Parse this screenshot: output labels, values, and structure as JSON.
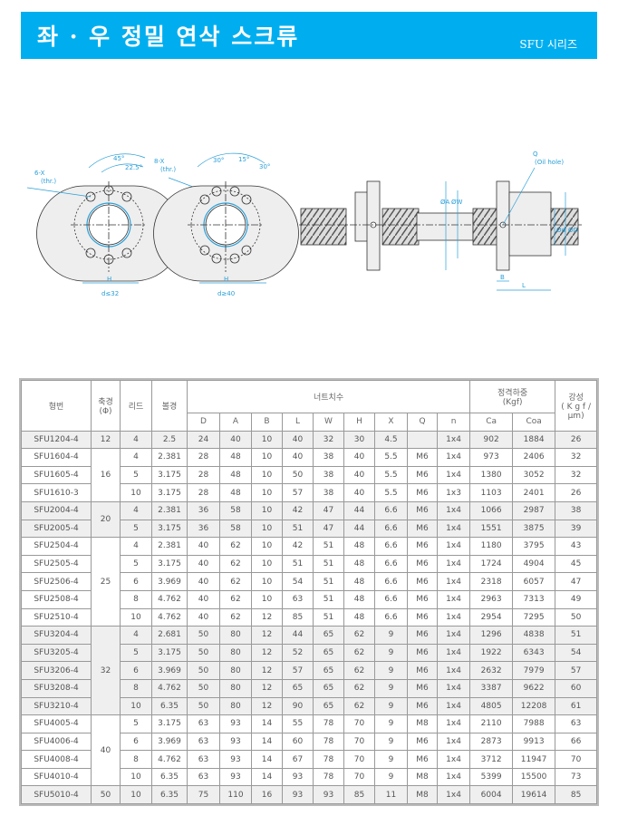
{
  "banner": {
    "title": "좌 · 우 정밀 연삭 스크류",
    "series": "SFU 시리즈",
    "color": "#00aeef"
  },
  "diagram": {
    "left": {
      "holes": "6-X",
      "thr": "(thr.)",
      "angle1": "45°",
      "angle2": "22.5°",
      "width_label": "H",
      "cond": "d≤32"
    },
    "middle": {
      "holes": "8-X",
      "thr": "(thr.)",
      "angle1": "30°",
      "angle2": "15°",
      "angle3": "30°",
      "width_label": "H",
      "cond": "d≥40"
    },
    "right": {
      "q": "Q",
      "oil": "(Oil hole)",
      "a": "ØA",
      "w": "ØW",
      "d": "Ød",
      "D": "ØD",
      "b": "B",
      "l": "L"
    }
  },
  "table": {
    "headers": {
      "model": "형번",
      "shaft": "축경",
      "shaft_unit": "(Φ)",
      "lead": "리드",
      "ball": "볼경",
      "nut": "너트치수",
      "load": "정격하중",
      "load_unit": "(Kgf)",
      "rigid": "강성",
      "rigid_unit": "( K g f /",
      "rigid_unit2": "μm)"
    },
    "subheaders": [
      "D",
      "A",
      "B",
      "L",
      "W",
      "H",
      "X",
      "Q",
      "n",
      "Ca",
      "Coa"
    ],
    "groups": [
      {
        "shaft": "12",
        "shaded": true,
        "rows": [
          [
            "SFU1204-4",
            "4",
            "2.5",
            "24",
            "40",
            "10",
            "40",
            "32",
            "30",
            "4.5",
            "",
            "1x4",
            "902",
            "1884",
            "26"
          ]
        ]
      },
      {
        "shaft": "16",
        "shaded": false,
        "rows": [
          [
            "SFU1604-4",
            "4",
            "2.381",
            "28",
            "48",
            "10",
            "40",
            "38",
            "40",
            "5.5",
            "M6",
            "1x4",
            "973",
            "2406",
            "32"
          ],
          [
            "SFU1605-4",
            "5",
            "3.175",
            "28",
            "48",
            "10",
            "50",
            "38",
            "40",
            "5.5",
            "M6",
            "1x4",
            "1380",
            "3052",
            "32"
          ],
          [
            "SFU1610-3",
            "10",
            "3.175",
            "28",
            "48",
            "10",
            "57",
            "38",
            "40",
            "5.5",
            "M6",
            "1x3",
            "1103",
            "2401",
            "26"
          ]
        ]
      },
      {
        "shaft": "20",
        "shaded": true,
        "rows": [
          [
            "SFU2004-4",
            "4",
            "2.381",
            "36",
            "58",
            "10",
            "42",
            "47",
            "44",
            "6.6",
            "M6",
            "1x4",
            "1066",
            "2987",
            "38"
          ],
          [
            "SFU2005-4",
            "5",
            "3.175",
            "36",
            "58",
            "10",
            "51",
            "47",
            "44",
            "6.6",
            "M6",
            "1x4",
            "1551",
            "3875",
            "39"
          ]
        ]
      },
      {
        "shaft": "25",
        "shaded": false,
        "rows": [
          [
            "SFU2504-4",
            "4",
            "2.381",
            "40",
            "62",
            "10",
            "42",
            "51",
            "48",
            "6.6",
            "M6",
            "1x4",
            "1180",
            "3795",
            "43"
          ],
          [
            "SFU2505-4",
            "5",
            "3.175",
            "40",
            "62",
            "10",
            "51",
            "51",
            "48",
            "6.6",
            "M6",
            "1x4",
            "1724",
            "4904",
            "45"
          ],
          [
            "SFU2506-4",
            "6",
            "3.969",
            "40",
            "62",
            "10",
            "54",
            "51",
            "48",
            "6.6",
            "M6",
            "1x4",
            "2318",
            "6057",
            "47"
          ],
          [
            "SFU2508-4",
            "8",
            "4.762",
            "40",
            "62",
            "10",
            "63",
            "51",
            "48",
            "6.6",
            "M6",
            "1x4",
            "2963",
            "7313",
            "49"
          ],
          [
            "SFU2510-4",
            "10",
            "4.762",
            "40",
            "62",
            "12",
            "85",
            "51",
            "48",
            "6.6",
            "M6",
            "1x4",
            "2954",
            "7295",
            "50"
          ]
        ]
      },
      {
        "shaft": "32",
        "shaded": true,
        "rows": [
          [
            "SFU3204-4",
            "4",
            "2.681",
            "50",
            "80",
            "12",
            "44",
            "65",
            "62",
            "9",
            "M6",
            "1x4",
            "1296",
            "4838",
            "51"
          ],
          [
            "SFU3205-4",
            "5",
            "3.175",
            "50",
            "80",
            "12",
            "52",
            "65",
            "62",
            "9",
            "M6",
            "1x4",
            "1922",
            "6343",
            "54"
          ],
          [
            "SFU3206-4",
            "6",
            "3.969",
            "50",
            "80",
            "12",
            "57",
            "65",
            "62",
            "9",
            "M6",
            "1x4",
            "2632",
            "7979",
            "57"
          ],
          [
            "SFU3208-4",
            "8",
            "4.762",
            "50",
            "80",
            "12",
            "65",
            "65",
            "62",
            "9",
            "M6",
            "1x4",
            "3387",
            "9622",
            "60"
          ],
          [
            "SFU3210-4",
            "10",
            "6.35",
            "50",
            "80",
            "12",
            "90",
            "65",
            "62",
            "9",
            "M6",
            "1x4",
            "4805",
            "12208",
            "61"
          ]
        ]
      },
      {
        "shaft": "40",
        "shaded": false,
        "rows": [
          [
            "SFU4005-4",
            "5",
            "3.175",
            "63",
            "93",
            "14",
            "55",
            "78",
            "70",
            "9",
            "M8",
            "1x4",
            "2110",
            "7988",
            "63"
          ],
          [
            "SFU4006-4",
            "6",
            "3.969",
            "63",
            "93",
            "14",
            "60",
            "78",
            "70",
            "9",
            "M6",
            "1x4",
            "2873",
            "9913",
            "66"
          ],
          [
            "SFU4008-4",
            "8",
            "4.762",
            "63",
            "93",
            "14",
            "67",
            "78",
            "70",
            "9",
            "M6",
            "1x4",
            "3712",
            "11947",
            "70"
          ],
          [
            "SFU4010-4",
            "10",
            "6.35",
            "63",
            "93",
            "14",
            "93",
            "78",
            "70",
            "9",
            "M8",
            "1x4",
            "5399",
            "15500",
            "73"
          ]
        ]
      },
      {
        "shaft": "50",
        "shaded": true,
        "rows": [
          [
            "SFU5010-4",
            "10",
            "6.35",
            "75",
            "110",
            "16",
            "93",
            "93",
            "85",
            "11",
            "M8",
            "1x4",
            "6004",
            "19614",
            "85"
          ]
        ]
      }
    ]
  }
}
